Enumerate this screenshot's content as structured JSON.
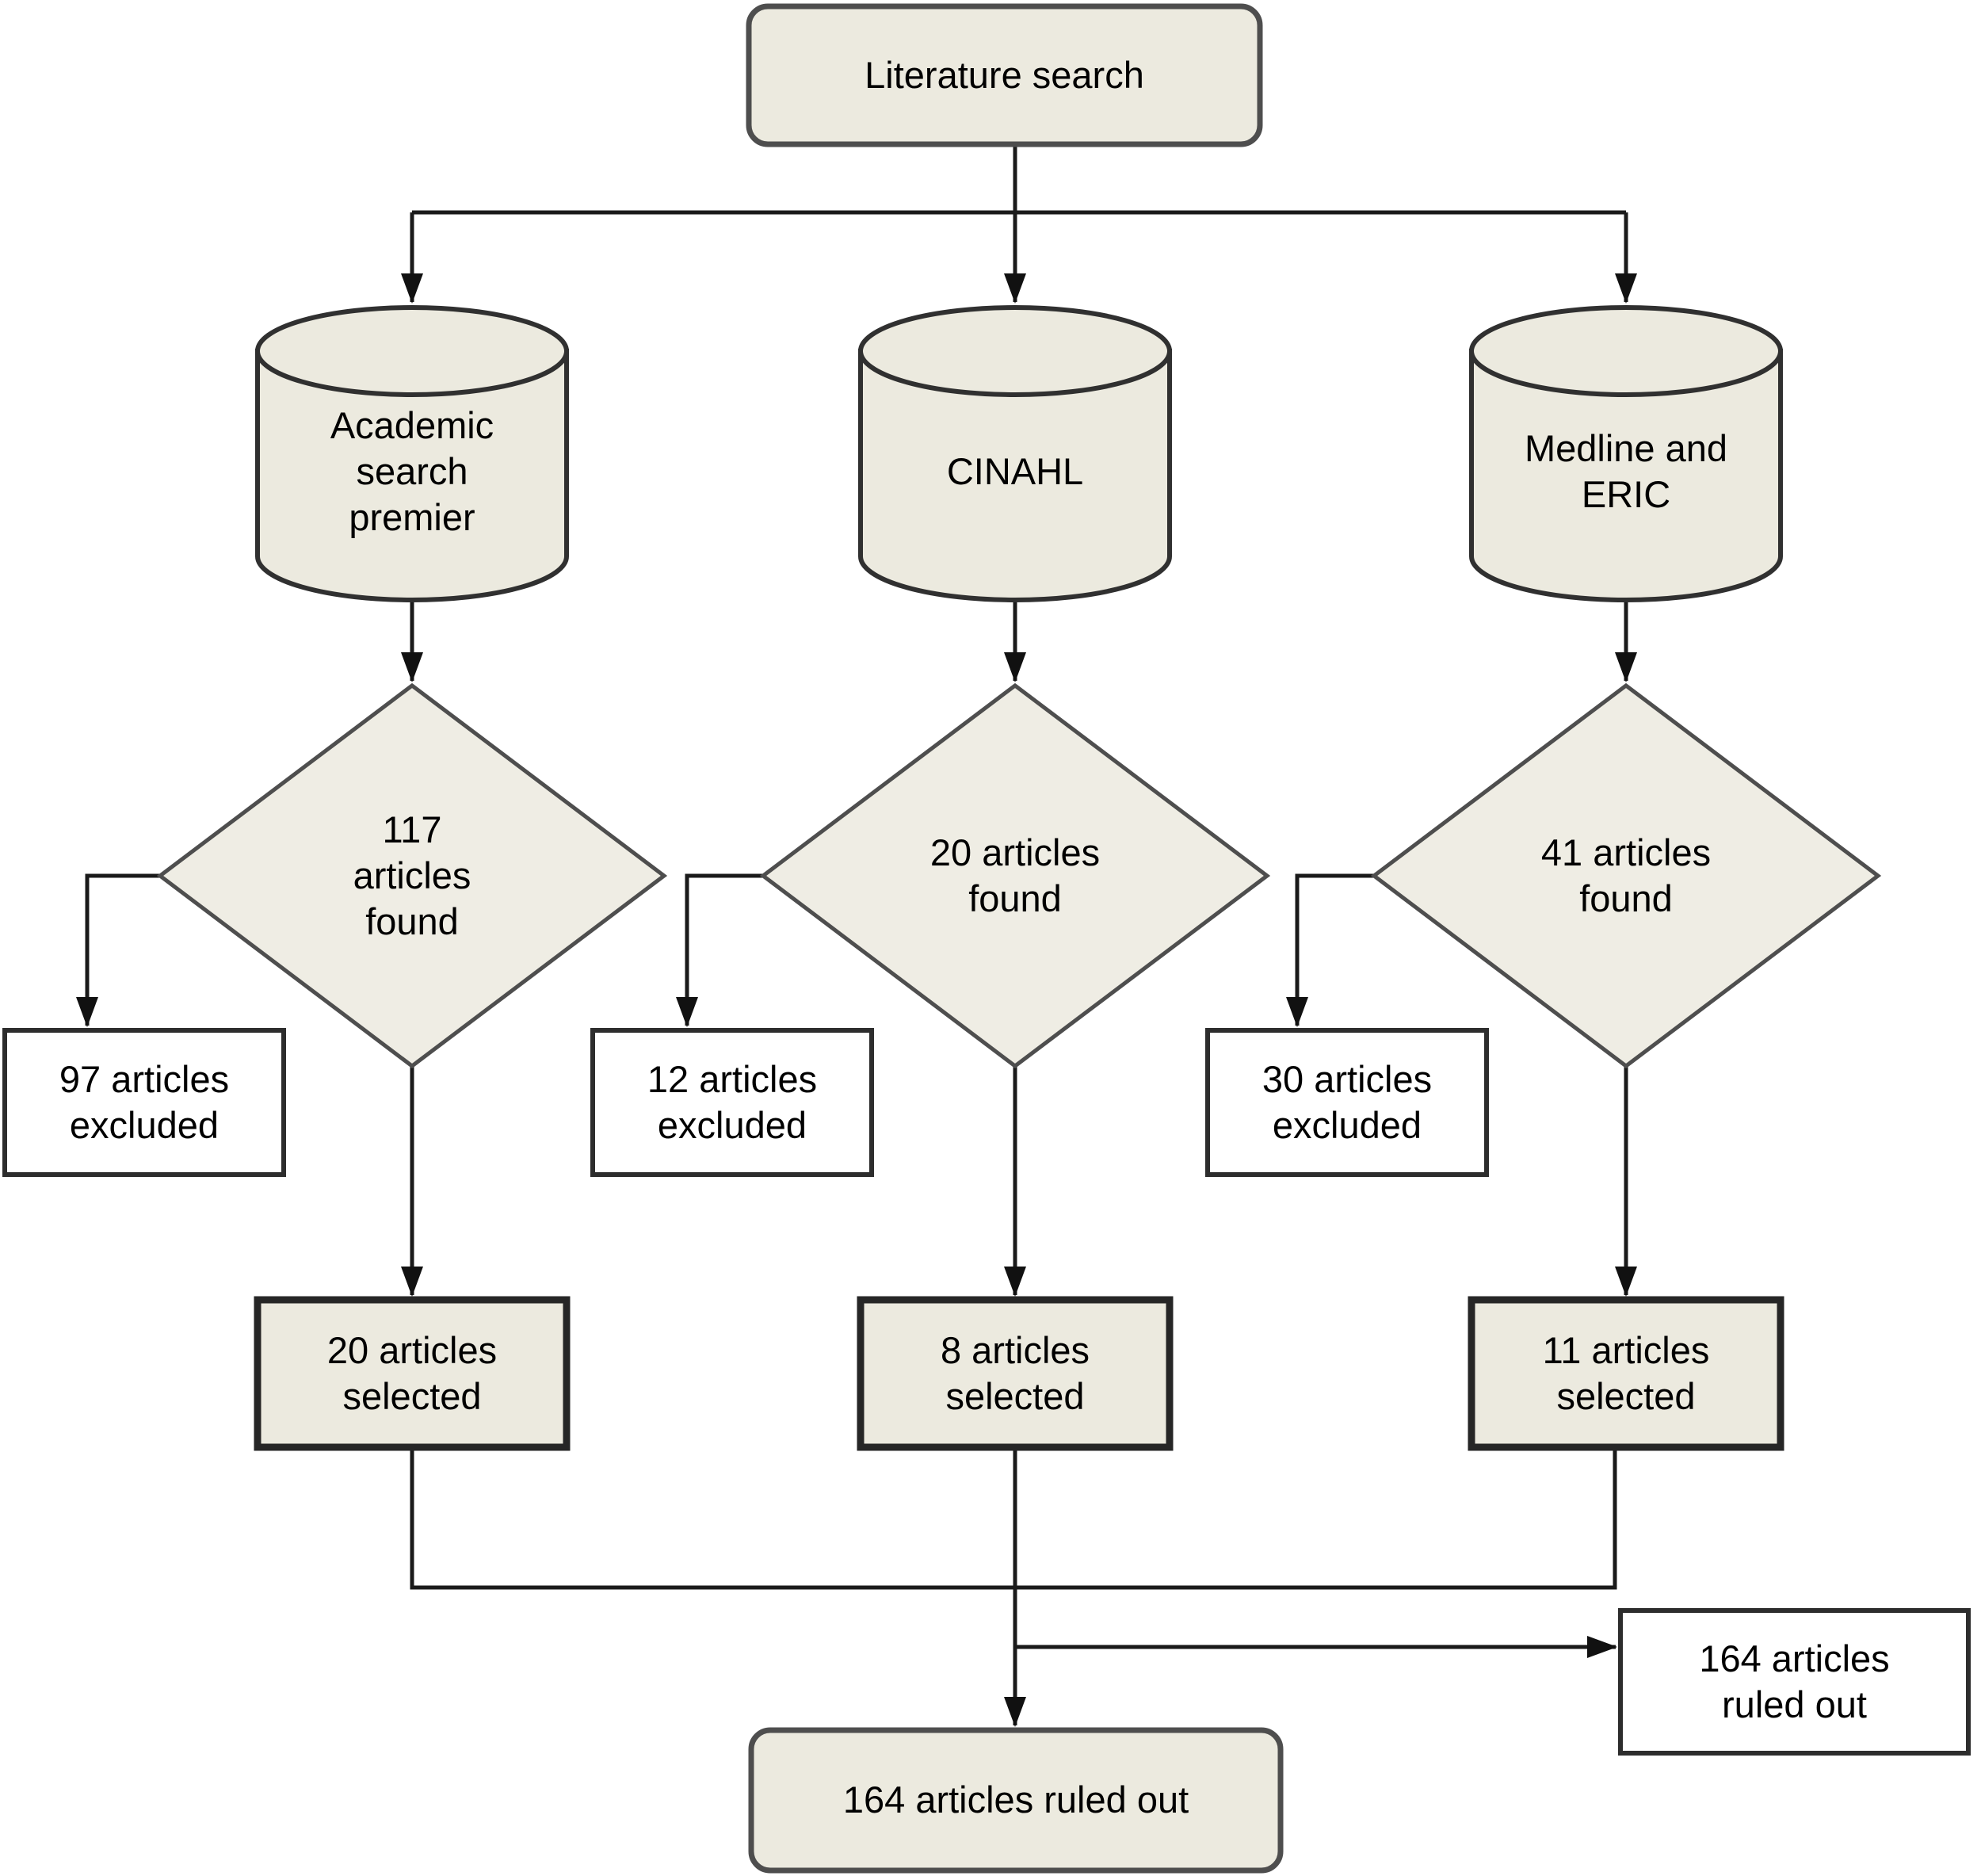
{
  "diagram": {
    "literature_search": {
      "label": "Literature search"
    },
    "databases": [
      {
        "id": "academic-search-premier",
        "label": "Academic\nsearch\npremier"
      },
      {
        "id": "cinahl",
        "label": "CINAHL"
      },
      {
        "id": "medline-eric",
        "label": "Medline and\nERIC"
      }
    ],
    "found": [
      {
        "count": 117,
        "label": "117\narticles\nfound"
      },
      {
        "count": 20,
        "label": "20 articles\nfound"
      },
      {
        "count": 41,
        "label": "41 articles\nfound"
      }
    ],
    "excluded": [
      {
        "count": 97,
        "label": "97 articles\nexcluded"
      },
      {
        "count": 12,
        "label": "12 articles\nexcluded"
      },
      {
        "count": 30,
        "label": "30 articles\nexcluded"
      }
    ],
    "selected": [
      {
        "count": 20,
        "label": "20 articles\nselected"
      },
      {
        "count": 8,
        "label": "8 articles\nselected"
      },
      {
        "count": 11,
        "label": "11 articles\nselected"
      }
    ],
    "ruled_out_side": {
      "count": 164,
      "label": "164 articles\nruled out"
    },
    "ruled_out_final": {
      "count": 164,
      "label": "164 articles ruled out"
    },
    "colors": {
      "node_fill": "#eceadf",
      "white_fill": "#ffffff",
      "rounded_border": "#4e4e4e",
      "dark_border": "#2d2d2d",
      "line": "#1a1a1a",
      "text": "#000000",
      "background": "#ffffff"
    }
  }
}
